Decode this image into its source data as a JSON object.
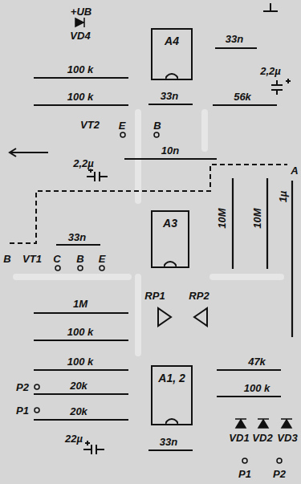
{
  "diagram": {
    "nodes": [
      {
        "text": [
          "A4"
        ]
      },
      {
        "text": [
          "A3"
        ]
      },
      {
        "text": [
          "A1, 2"
        ]
      }
    ],
    "labels": [
      "+UB",
      "VD4",
      "33n",
      "2,2µ",
      "100 k",
      "100 k",
      "33n",
      "56k",
      "VT2",
      "E",
      "B",
      "10n",
      "2,2µ",
      "A",
      "10M",
      "10M",
      "1µ",
      "33n",
      "B",
      "VT1",
      "C",
      "B",
      "E",
      "1M",
      "RP1",
      "RP2",
      "100 k",
      "100 k",
      "47k",
      "P2",
      "20k",
      "100 k",
      "P1",
      "20k",
      "22µ",
      "VD1",
      "VD2",
      "VD3",
      "33n",
      "P1",
      "P2"
    ]
  }
}
